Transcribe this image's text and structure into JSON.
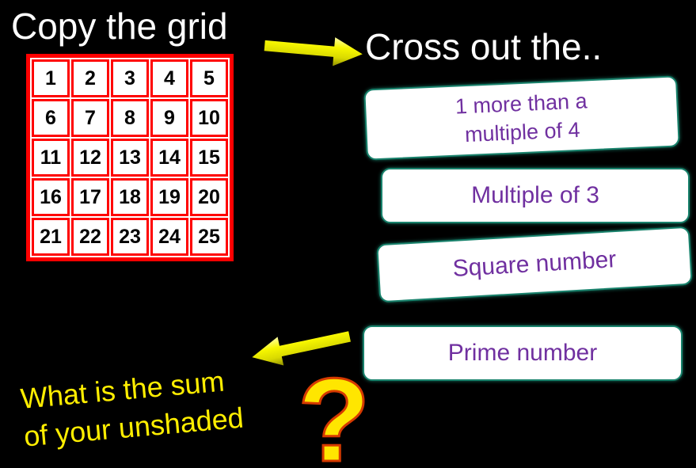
{
  "slide": {
    "title_left": "Copy the grid",
    "title_right": "Cross out the..",
    "grid": {
      "rows": [
        [
          "1",
          "2",
          "3",
          "4",
          "5"
        ],
        [
          "6",
          "7",
          "8",
          "9",
          "10"
        ],
        [
          "11",
          "12",
          "13",
          "14",
          "15"
        ],
        [
          "16",
          "17",
          "18",
          "19",
          "20"
        ],
        [
          "21",
          "22",
          "23",
          "24",
          "25"
        ]
      ]
    },
    "cards": {
      "card1": {
        "line1": "1 more than a",
        "line2": "multiple of 4"
      },
      "card2": {
        "label": "Multiple of 3"
      },
      "card3": {
        "label": "Square number"
      },
      "card4": {
        "label": "Prime number"
      }
    },
    "question": {
      "line1": "What is the sum",
      "line2": "of your unshaded",
      "mark": "?"
    },
    "icons": {
      "top_arrow": "arrow-right-icon",
      "bottom_arrow": "arrow-left-icon"
    },
    "colors": {
      "background": "#000000",
      "title_text": "#FFFFFF",
      "grid_border": "#FF0000",
      "grid_cell_bg": "#FFFFFF",
      "grid_number": "#000000",
      "card_bg": "#FFFFFF",
      "card_border": "#19826C",
      "card_text": "#7030A0",
      "arrow_yellow": "#F2F200",
      "question_text": "#FFEE00",
      "question_mark_fill": "#FFE600",
      "question_mark_outline": "#D63A00"
    }
  }
}
